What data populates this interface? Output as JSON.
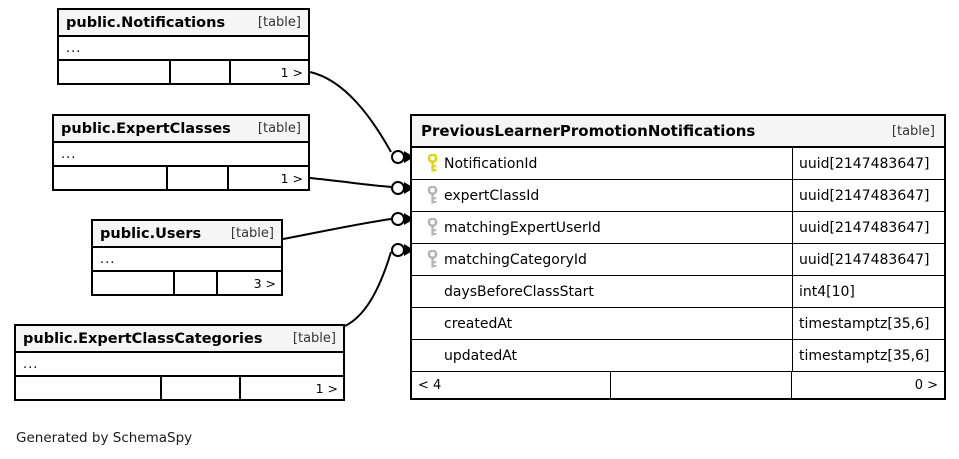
{
  "diagram": {
    "caption": "Generated by SchemaSpy",
    "table_tag": "[table]",
    "ellipsis": "..."
  },
  "related_tables": [
    {
      "name": "public.Notifications",
      "tag": "[table]",
      "ellipsis": "...",
      "footer_left": "",
      "footer_mid": "",
      "footer_right": "1 >"
    },
    {
      "name": "public.ExpertClasses",
      "tag": "[table]",
      "ellipsis": "...",
      "footer_left": "",
      "footer_mid": "",
      "footer_right": "1 >"
    },
    {
      "name": "public.Users",
      "tag": "[table]",
      "ellipsis": "...",
      "footer_left": "",
      "footer_mid": "",
      "footer_right": "3 >"
    },
    {
      "name": "public.ExpertClassCategories",
      "tag": "[table]",
      "ellipsis": "...",
      "footer_left": "",
      "footer_mid": "",
      "footer_right": "1 >"
    }
  ],
  "main_table": {
    "name": "PreviousLearnerPromotionNotifications",
    "tag": "[table]",
    "columns": [
      {
        "name": "NotificationId",
        "type": "uuid[2147483647]",
        "key": "primary"
      },
      {
        "name": "expertClassId",
        "type": "uuid[2147483647]",
        "key": "foreign"
      },
      {
        "name": "matchingExpertUserId",
        "type": "uuid[2147483647]",
        "key": "foreign"
      },
      {
        "name": "matchingCategoryId",
        "type": "uuid[2147483647]",
        "key": "foreign"
      },
      {
        "name": "daysBeforeClassStart",
        "type": "int4[10]",
        "key": "none"
      },
      {
        "name": "createdAt",
        "type": "timestamptz[35,6]",
        "key": "none"
      },
      {
        "name": "updatedAt",
        "type": "timestamptz[35,6]",
        "key": "none"
      }
    ],
    "footer_left": "< 4",
    "footer_mid": "",
    "footer_right": "0 >"
  },
  "colors": {
    "primary_key": "#e8e800",
    "foreign_key": "#b3b3b3",
    "header_bg": "#f5f5f5",
    "line": "#000000"
  },
  "relationships": [
    {
      "from": "public.Notifications",
      "to_column": "NotificationId"
    },
    {
      "from": "public.ExpertClasses",
      "to_column": "expertClassId"
    },
    {
      "from": "public.Users",
      "to_column": "matchingExpertUserId"
    },
    {
      "from": "public.ExpertClassCategories",
      "to_column": "matchingCategoryId"
    }
  ]
}
